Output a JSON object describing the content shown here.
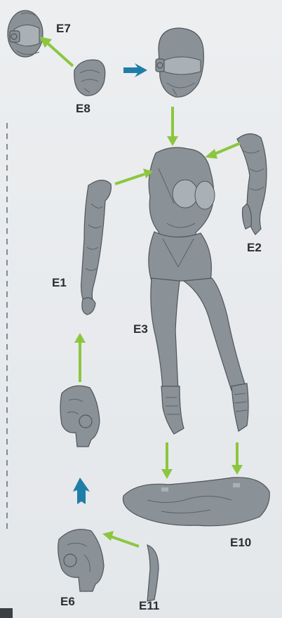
{
  "labels": {
    "e1": "E1",
    "e2": "E2",
    "e3": "E3",
    "e6": "E6",
    "e7": "E7",
    "e8": "E8",
    "e10": "E10",
    "e11": "E11"
  },
  "colors": {
    "background": "#e8eaed",
    "part": "#8a9197",
    "arrow_green": "#8cc63f",
    "arrow_blue": "#1e7ea8",
    "label": "#2a2d31"
  }
}
